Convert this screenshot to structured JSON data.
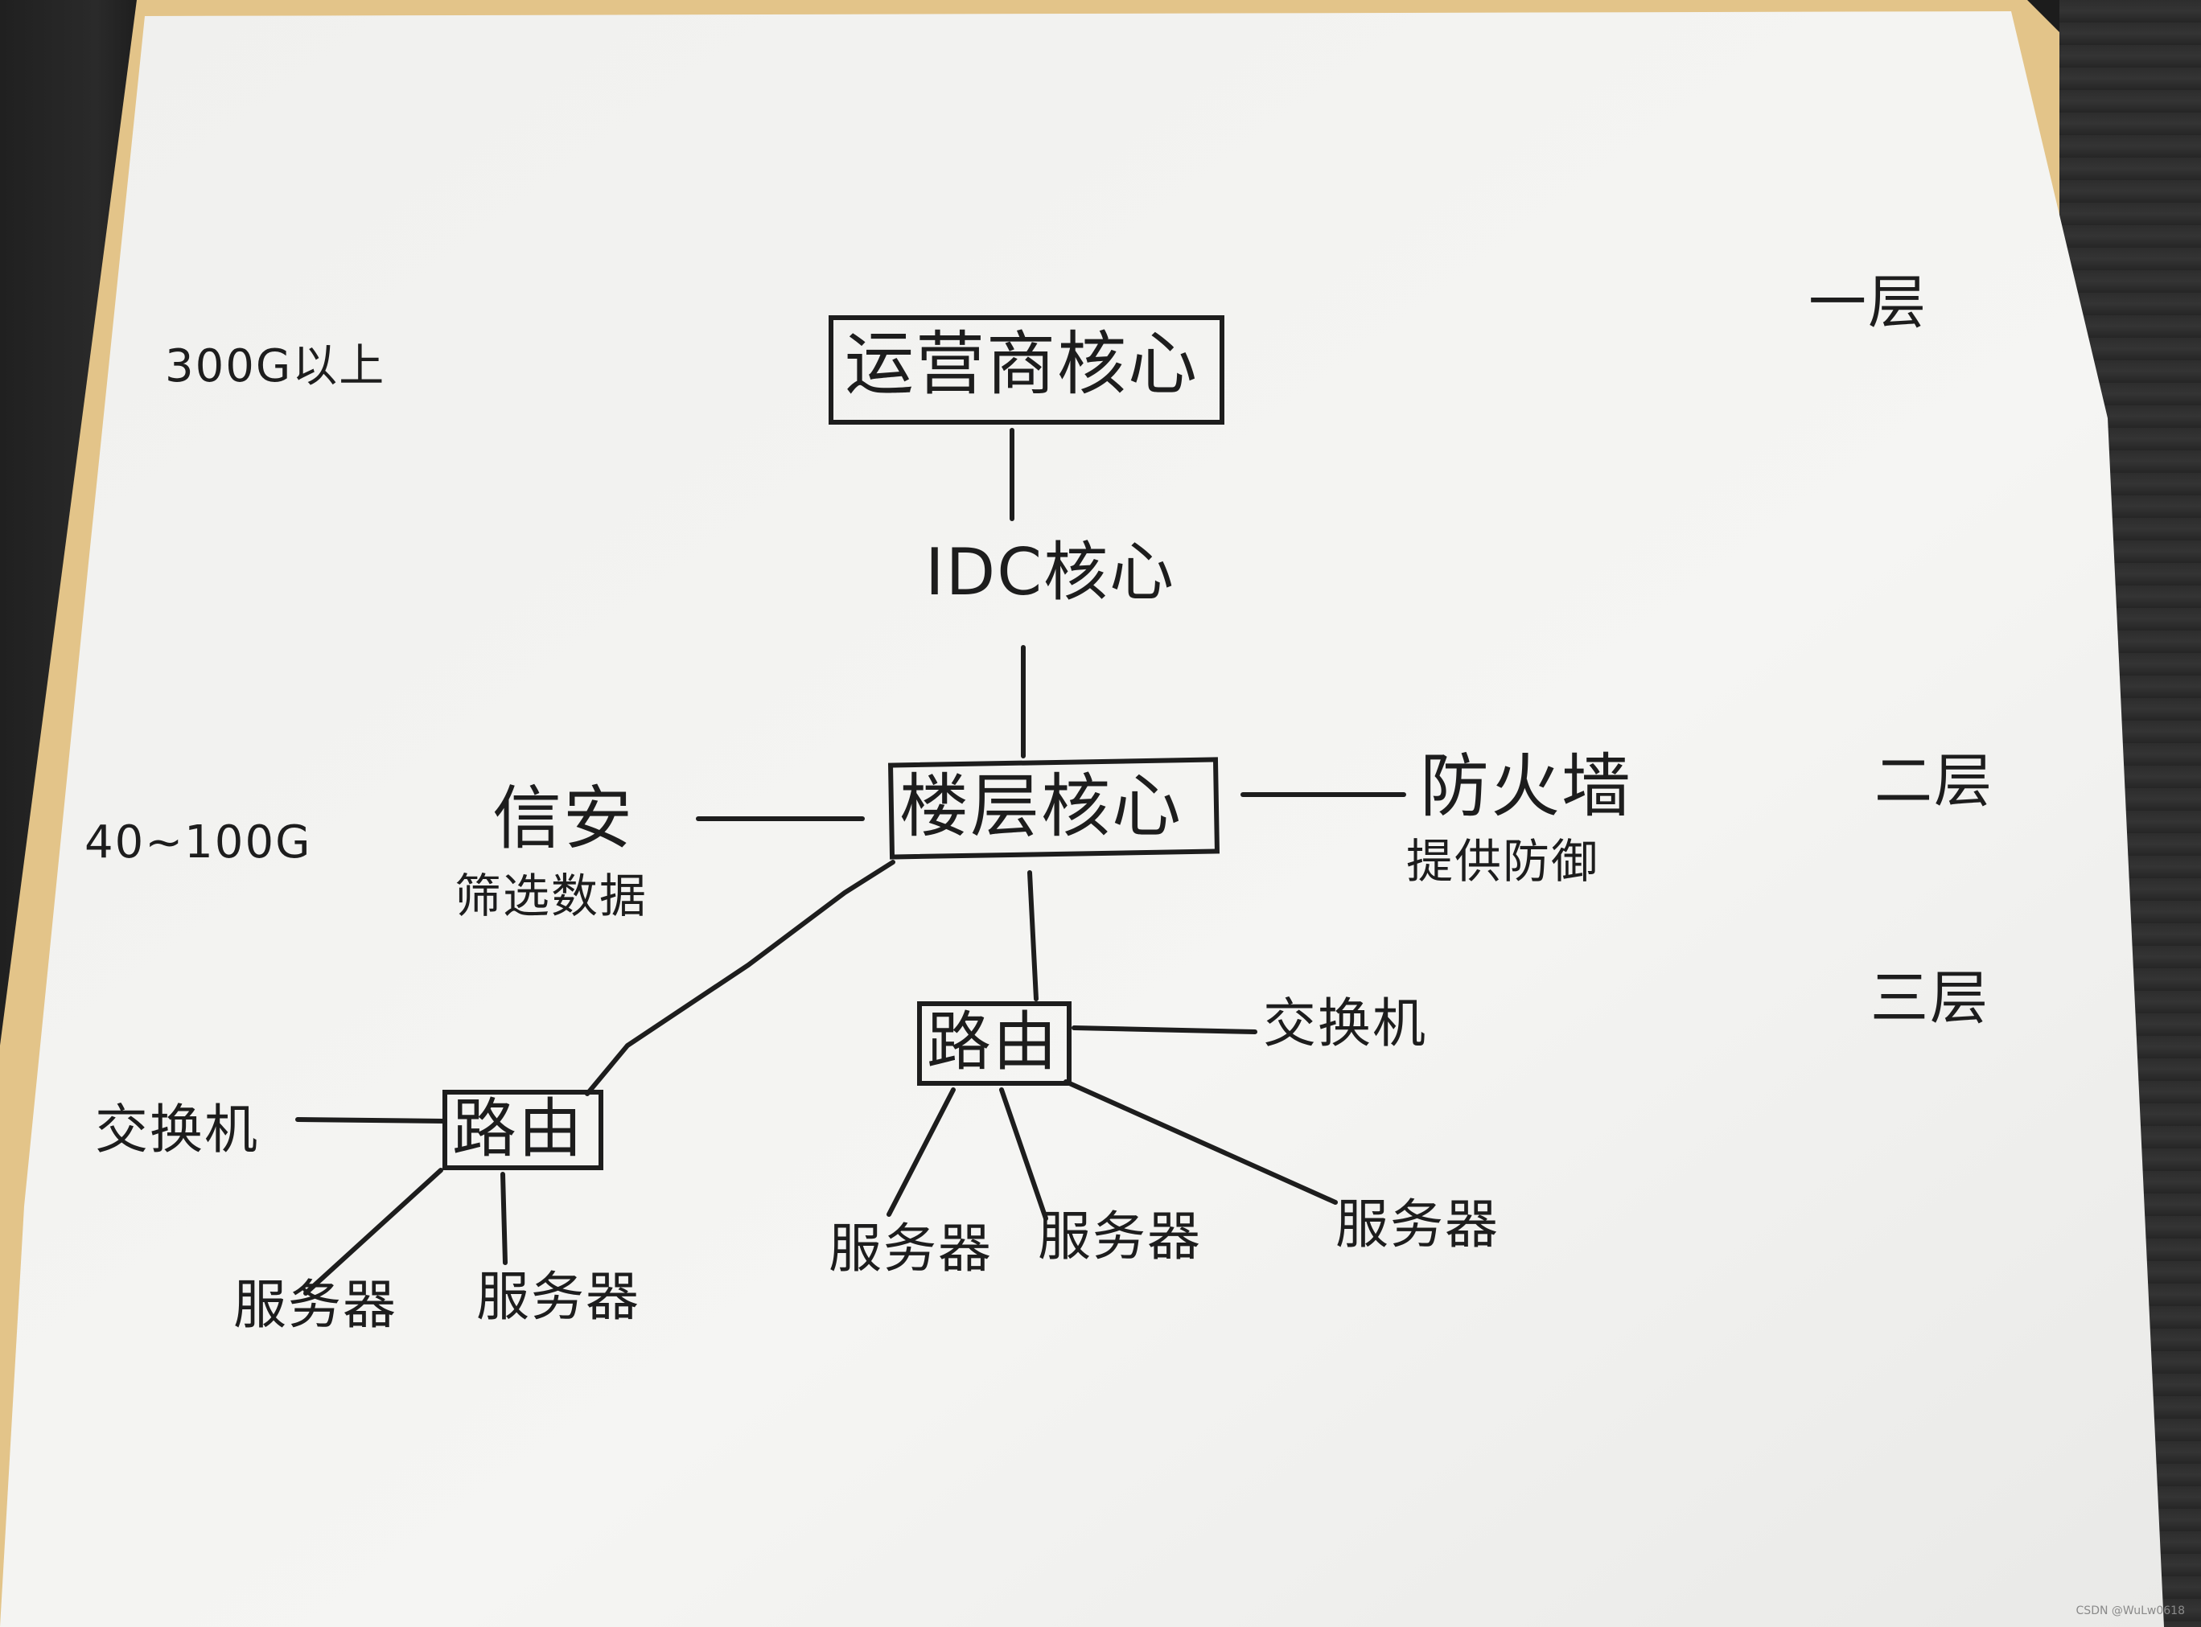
{
  "nodes": {
    "carrier_core": "运营商核心",
    "idc_core": "IDC核心",
    "floor_core": "楼层核心",
    "infosec": "信安",
    "infosec_note": "筛选数据",
    "firewall": "防火墙",
    "firewall_note": "提供防御",
    "router_left": "路由",
    "router_right": "路由",
    "switch_left": "交换机",
    "switch_right": "交换机",
    "server_1": "服务器",
    "server_2": "服务器",
    "server_3": "服务器",
    "server_4": "服务器",
    "server_5": "服务器"
  },
  "bandwidth": {
    "top": "300G以上",
    "mid": "40~100G"
  },
  "layers": {
    "layer1": "一层",
    "layer2": "二层",
    "layer3": "三层"
  },
  "watermark": "CSDN @WuLw0618",
  "colors": {
    "paper": "#f4f4f2",
    "ink": "#1d1d1d",
    "paper_edge": "#e8c98a"
  }
}
